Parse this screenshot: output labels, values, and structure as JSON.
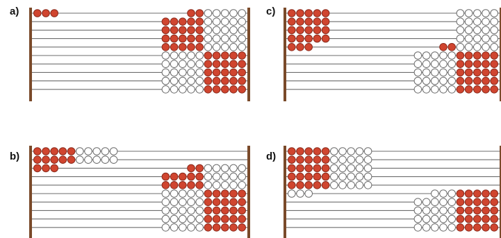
{
  "colors": {
    "frame": "#7a4a2a",
    "wire": "#6e6e6e",
    "red_bead_fill": "#d0452f",
    "red_bead_stroke": "#8a2a1c",
    "white_bead_fill": "#ffffff",
    "white_bead_stroke": "#6b6b6b"
  },
  "panels": [
    {
      "label": "a)",
      "rows": [
        {
          "left": [
            {
              "count": 3,
              "color": "red"
            }
          ],
          "right": [
            {
              "count": 2,
              "color": "red"
            },
            {
              "count": 5,
              "color": "white"
            }
          ]
        },
        {
          "left": [],
          "right": [
            {
              "count": 5,
              "color": "red"
            },
            {
              "count": 5,
              "color": "white"
            }
          ]
        },
        {
          "left": [],
          "right": [
            {
              "count": 5,
              "color": "red"
            },
            {
              "count": 5,
              "color": "white"
            }
          ]
        },
        {
          "left": [],
          "right": [
            {
              "count": 5,
              "color": "red"
            },
            {
              "count": 5,
              "color": "white"
            }
          ]
        },
        {
          "left": [],
          "right": [
            {
              "count": 5,
              "color": "red"
            },
            {
              "count": 5,
              "color": "white"
            }
          ]
        },
        {
          "left": [],
          "right": [
            {
              "count": 5,
              "color": "white"
            },
            {
              "count": 5,
              "color": "red"
            }
          ]
        },
        {
          "left": [],
          "right": [
            {
              "count": 5,
              "color": "white"
            },
            {
              "count": 5,
              "color": "red"
            }
          ]
        },
        {
          "left": [],
          "right": [
            {
              "count": 5,
              "color": "white"
            },
            {
              "count": 5,
              "color": "red"
            }
          ]
        },
        {
          "left": [],
          "right": [
            {
              "count": 5,
              "color": "white"
            },
            {
              "count": 5,
              "color": "red"
            }
          ]
        },
        {
          "left": [],
          "right": [
            {
              "count": 5,
              "color": "white"
            },
            {
              "count": 5,
              "color": "red"
            }
          ]
        }
      ]
    },
    {
      "label": "b)",
      "rows": [
        {
          "left": [
            {
              "count": 5,
              "color": "red"
            },
            {
              "count": 5,
              "color": "white"
            }
          ],
          "right": []
        },
        {
          "left": [
            {
              "count": 5,
              "color": "red"
            },
            {
              "count": 5,
              "color": "white"
            }
          ],
          "right": []
        },
        {
          "left": [
            {
              "count": 3,
              "color": "red"
            }
          ],
          "right": [
            {
              "count": 2,
              "color": "red"
            },
            {
              "count": 5,
              "color": "white"
            }
          ]
        },
        {
          "left": [],
          "right": [
            {
              "count": 5,
              "color": "red"
            },
            {
              "count": 5,
              "color": "white"
            }
          ]
        },
        {
          "left": [],
          "right": [
            {
              "count": 5,
              "color": "red"
            },
            {
              "count": 5,
              "color": "white"
            }
          ]
        },
        {
          "left": [],
          "right": [
            {
              "count": 5,
              "color": "white"
            },
            {
              "count": 5,
              "color": "red"
            }
          ]
        },
        {
          "left": [],
          "right": [
            {
              "count": 5,
              "color": "white"
            },
            {
              "count": 5,
              "color": "red"
            }
          ]
        },
        {
          "left": [],
          "right": [
            {
              "count": 5,
              "color": "white"
            },
            {
              "count": 5,
              "color": "red"
            }
          ]
        },
        {
          "left": [],
          "right": [
            {
              "count": 5,
              "color": "white"
            },
            {
              "count": 5,
              "color": "red"
            }
          ]
        },
        {
          "left": [],
          "right": [
            {
              "count": 5,
              "color": "white"
            },
            {
              "count": 5,
              "color": "red"
            }
          ]
        }
      ]
    },
    {
      "label": "c)",
      "rows": [
        {
          "left": [
            {
              "count": 5,
              "color": "red"
            }
          ],
          "right": [
            {
              "count": 5,
              "color": "white"
            }
          ]
        },
        {
          "left": [
            {
              "count": 5,
              "color": "red"
            }
          ],
          "right": [
            {
              "count": 5,
              "color": "white"
            }
          ]
        },
        {
          "left": [
            {
              "count": 5,
              "color": "red"
            }
          ],
          "right": [
            {
              "count": 5,
              "color": "white"
            }
          ]
        },
        {
          "left": [
            {
              "count": 5,
              "color": "red"
            }
          ],
          "right": [
            {
              "count": 5,
              "color": "white"
            }
          ]
        },
        {
          "left": [
            {
              "count": 3,
              "color": "red"
            }
          ],
          "right": [
            {
              "count": 2,
              "color": "red"
            },
            {
              "count": 5,
              "color": "white"
            }
          ]
        },
        {
          "left": [],
          "right": [
            {
              "count": 5,
              "color": "white"
            },
            {
              "count": 5,
              "color": "red"
            }
          ]
        },
        {
          "left": [],
          "right": [
            {
              "count": 5,
              "color": "white"
            },
            {
              "count": 5,
              "color": "red"
            }
          ]
        },
        {
          "left": [],
          "right": [
            {
              "count": 5,
              "color": "white"
            },
            {
              "count": 5,
              "color": "red"
            }
          ]
        },
        {
          "left": [],
          "right": [
            {
              "count": 5,
              "color": "white"
            },
            {
              "count": 5,
              "color": "red"
            }
          ]
        },
        {
          "left": [],
          "right": [
            {
              "count": 5,
              "color": "white"
            },
            {
              "count": 5,
              "color": "red"
            }
          ]
        }
      ]
    },
    {
      "label": "d)",
      "rows": [
        {
          "left": [
            {
              "count": 5,
              "color": "red"
            },
            {
              "count": 5,
              "color": "white"
            }
          ],
          "right": []
        },
        {
          "left": [
            {
              "count": 5,
              "color": "red"
            },
            {
              "count": 5,
              "color": "white"
            }
          ],
          "right": []
        },
        {
          "left": [
            {
              "count": 5,
              "color": "red"
            },
            {
              "count": 5,
              "color": "white"
            }
          ],
          "right": []
        },
        {
          "left": [
            {
              "count": 5,
              "color": "red"
            },
            {
              "count": 5,
              "color": "white"
            }
          ],
          "right": []
        },
        {
          "left": [
            {
              "count": 5,
              "color": "red"
            },
            {
              "count": 5,
              "color": "white"
            }
          ],
          "right": []
        },
        {
          "left": [
            {
              "count": 3,
              "color": "white"
            }
          ],
          "right": [
            {
              "count": 3,
              "color": "white"
            },
            {
              "count": 5,
              "color": "red"
            }
          ]
        },
        {
          "left": [],
          "right": [
            {
              "count": 5,
              "color": "white"
            },
            {
              "count": 5,
              "color": "red"
            }
          ]
        },
        {
          "left": [],
          "right": [
            {
              "count": 5,
              "color": "white"
            },
            {
              "count": 5,
              "color": "red"
            }
          ]
        },
        {
          "left": [],
          "right": [
            {
              "count": 5,
              "color": "white"
            },
            {
              "count": 5,
              "color": "red"
            }
          ]
        },
        {
          "left": [],
          "right": [
            {
              "count": 5,
              "color": "white"
            },
            {
              "count": 5,
              "color": "red"
            }
          ]
        }
      ]
    }
  ]
}
